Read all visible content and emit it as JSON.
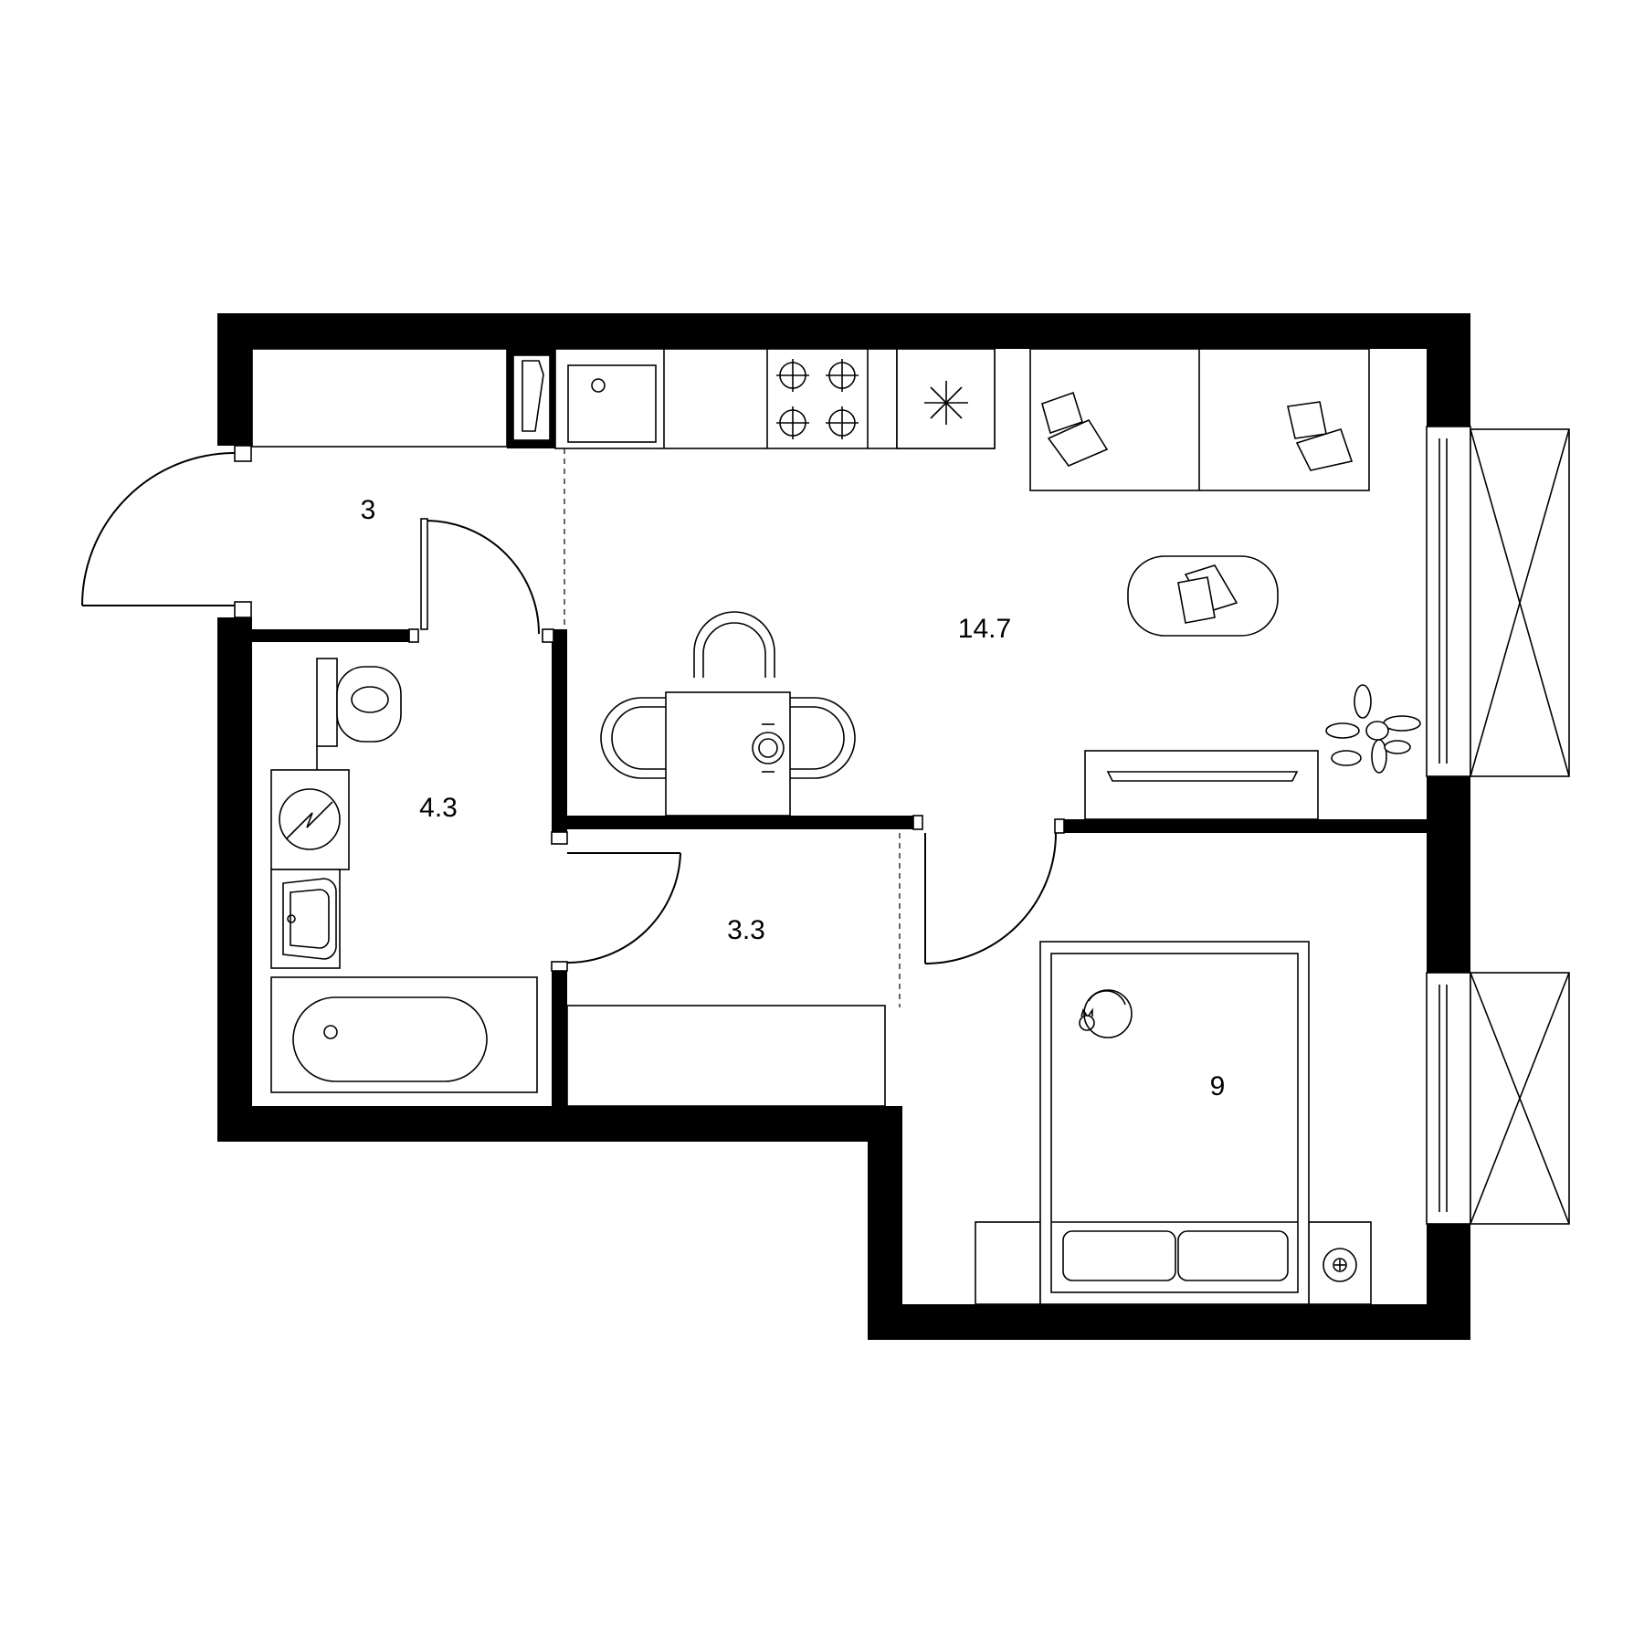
{
  "rooms": {
    "hall": {
      "area": "3"
    },
    "bathroom": {
      "area": "4.3"
    },
    "living_kitchen": {
      "area": "14.7"
    },
    "corridor": {
      "area": "3.3"
    },
    "bedroom": {
      "area": "9"
    }
  },
  "colors": {
    "wall": "#000000",
    "background": "#ffffff"
  },
  "icons": [
    "refrigerator-snowflake-icon",
    "stove-burners-icon",
    "sink-icon",
    "toilet-icon",
    "washing-machine-icon",
    "bathtub-icon",
    "washbasin-icon",
    "plant-icon",
    "cat-icon",
    "lamp-icon",
    "pillow-icon",
    "books-icon",
    "plate-cutlery-icon"
  ]
}
